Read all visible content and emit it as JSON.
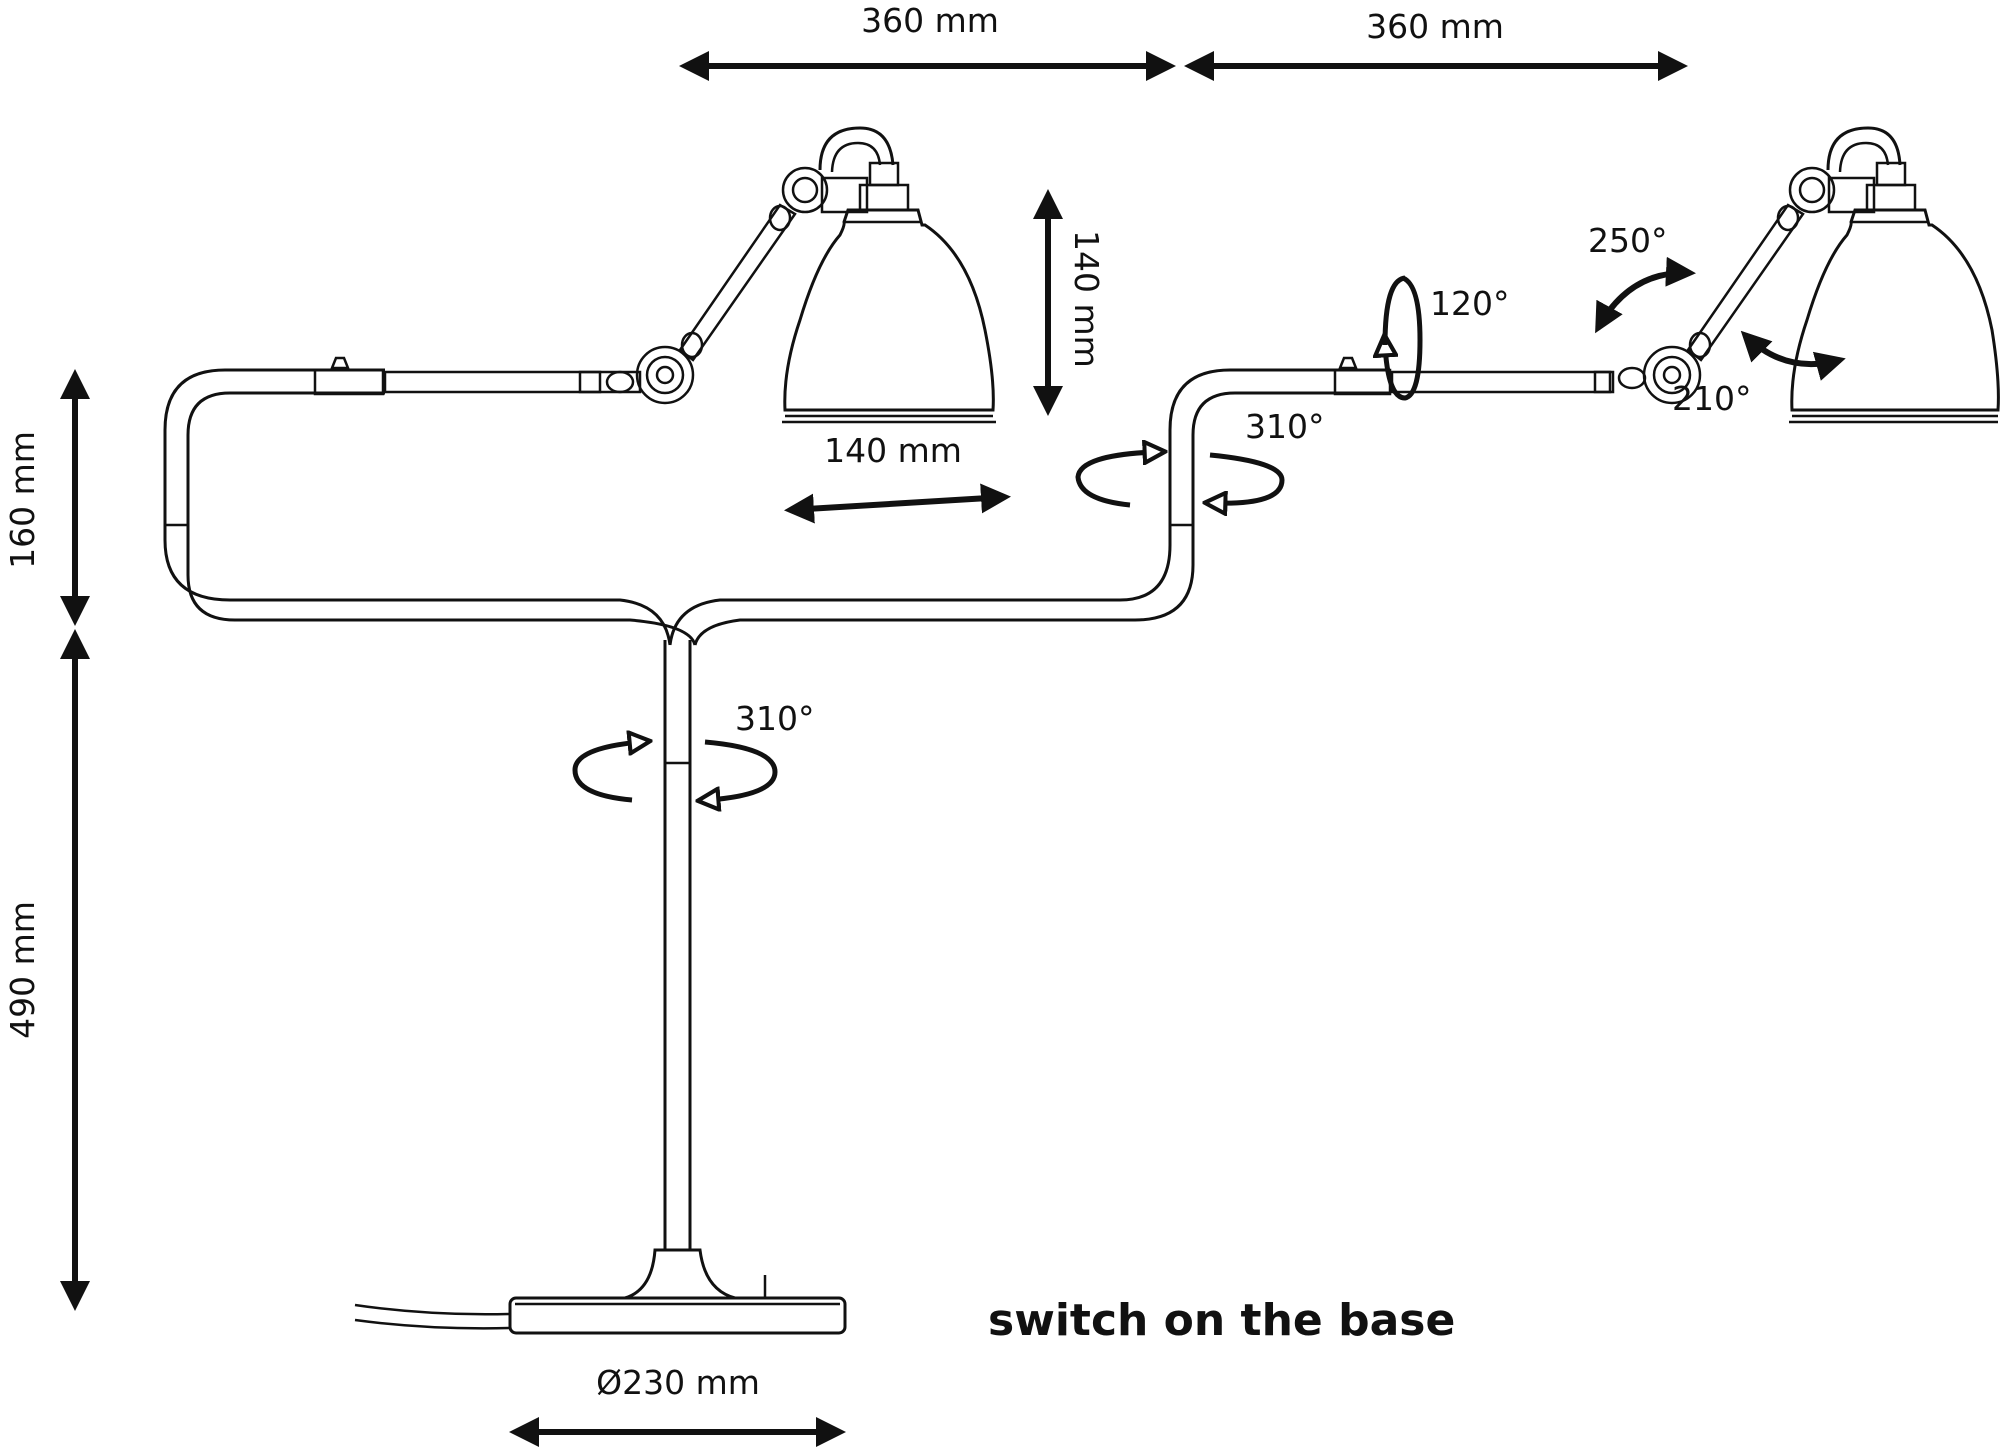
{
  "labels": {
    "arm_left_length": "360 mm",
    "arm_right_length": "360 mm",
    "shade_height": "140 mm",
    "shade_width": "140 mm",
    "arm_height": "160 mm",
    "stem_height": "490 mm",
    "base_diameter": "Ø230 mm",
    "rot_shade_250": "250°",
    "rot_tilt_120": "120°",
    "rot_joint_310": "310°",
    "rot_shade_210": "210°",
    "rot_stem_310": "310°",
    "switch_note": "switch on the base"
  }
}
